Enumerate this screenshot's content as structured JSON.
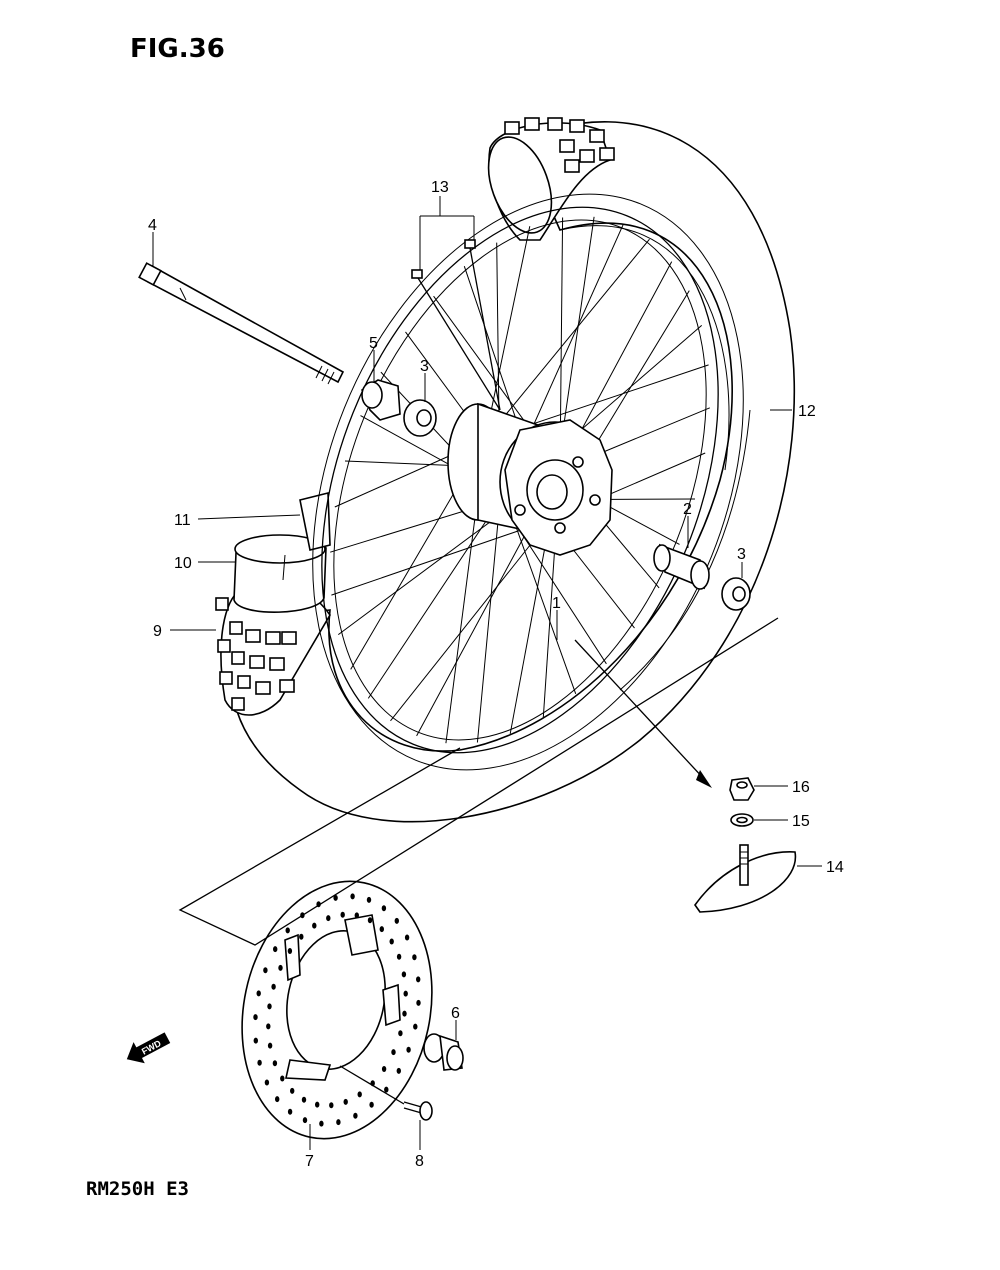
{
  "figure": {
    "title": "FIG.36",
    "model_code": "RM250H E3"
  },
  "fwd_label": "FWD",
  "callouts": [
    {
      "id": "c1",
      "label": "1"
    },
    {
      "id": "c2",
      "label": "2"
    },
    {
      "id": "c3a",
      "label": "3"
    },
    {
      "id": "c3b",
      "label": "3"
    },
    {
      "id": "c4",
      "label": "4"
    },
    {
      "id": "c5",
      "label": "5"
    },
    {
      "id": "c6",
      "label": "6"
    },
    {
      "id": "c7",
      "label": "7"
    },
    {
      "id": "c8",
      "label": "8"
    },
    {
      "id": "c9",
      "label": "9"
    },
    {
      "id": "c10",
      "label": "10"
    },
    {
      "id": "c11",
      "label": "11"
    },
    {
      "id": "c12",
      "label": "12"
    },
    {
      "id": "c13",
      "label": "13"
    },
    {
      "id": "c14",
      "label": "14"
    },
    {
      "id": "c15",
      "label": "15"
    },
    {
      "id": "c16",
      "label": "16"
    }
  ]
}
